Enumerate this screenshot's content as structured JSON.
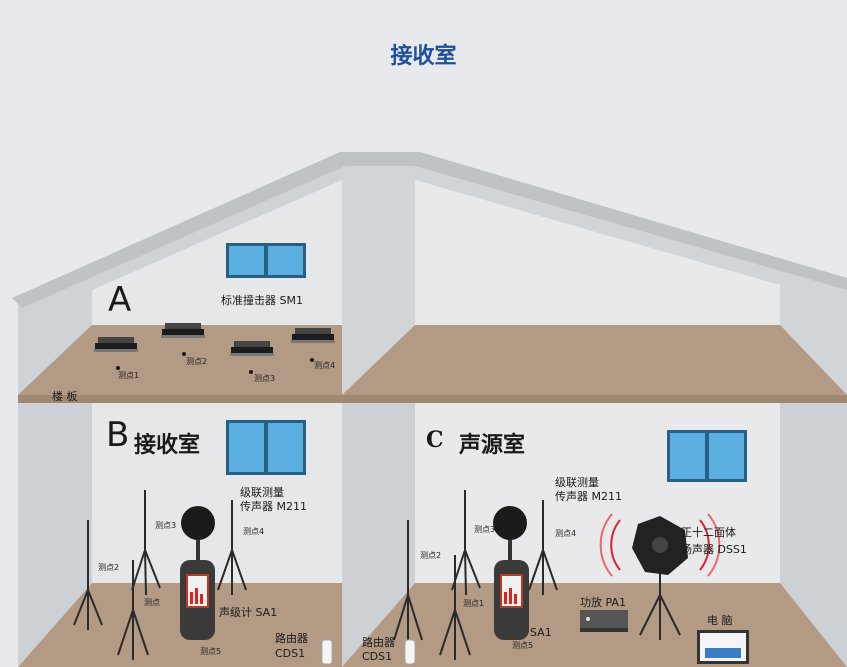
{
  "page_title": "接收室",
  "room_a": {
    "letter": "A",
    "source_label": "标准撞击器 SM1",
    "floor_label": "楼 板",
    "points": [
      "测点1",
      "测点2",
      "测点3",
      "测点4"
    ]
  },
  "room_b": {
    "letter": "B",
    "name": "接收室",
    "mic_label_line1": "级联测量",
    "mic_label_line2": "传声器 M211",
    "meter_label": "声级计 SA1",
    "router_label_line1": "路由器",
    "router_label_line2": "CDS1",
    "points": [
      "测点3",
      "测点4",
      "测点2",
      "测点",
      "测点5"
    ]
  },
  "room_c": {
    "letter": "C",
    "name": "声源室",
    "mic_label_line1": "级联测量",
    "mic_label_line2": "传声器 M211",
    "speaker_label_line1": "正十二面体",
    "speaker_label_line2": "扬声器 DSS1",
    "amp_label": "功放 PA1",
    "computer_label": "电 脑",
    "meter_label": "SA1",
    "router_label_line1": "路由器",
    "router_label_line2": "CDS1",
    "points": [
      "测点2",
      "测点3",
      "测点1",
      "测点4",
      "测点5"
    ]
  },
  "colors": {
    "title": "#1d4f9c",
    "wall": "#cfd2d6",
    "floor": "#b39a84",
    "window": "#5aaee0"
  }
}
